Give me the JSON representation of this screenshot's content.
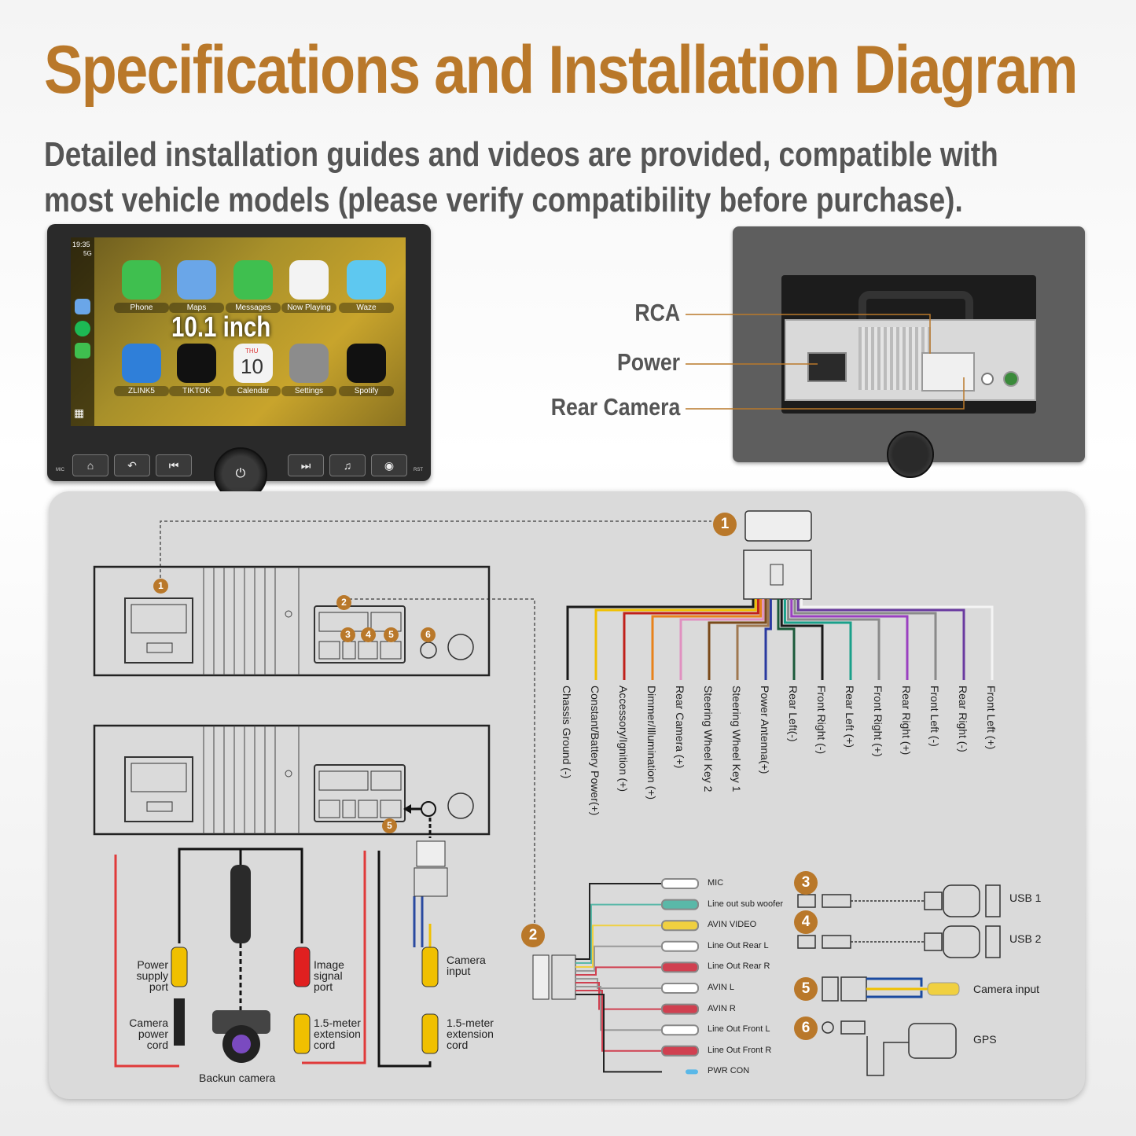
{
  "header": {
    "title": "Specifications and Installation Diagram",
    "subtitle_line1": "Detailed installation guides and videos are provided, compatible with",
    "subtitle_line2": "most vehicle models (please verify compatibility before purchase)."
  },
  "screen": {
    "time": "19:35",
    "signal": "5G",
    "size_label": "10.1 inch",
    "calendar_day": "THU",
    "calendar_date": "10",
    "apps": [
      {
        "label": "Phone",
        "icon": "phone-icon",
        "color": "#3fbf4f"
      },
      {
        "label": "Maps",
        "icon": "maps-icon",
        "color": "#6aa6e8"
      },
      {
        "label": "Messages",
        "icon": "messages-icon",
        "color": "#3fbf4f"
      },
      {
        "label": "Now Playing",
        "icon": "now-playing-icon",
        "color": "#f3f3f3"
      },
      {
        "label": "Waze",
        "icon": "waze-icon",
        "color": "#5ec8f0"
      },
      {
        "label": "ZLINK5",
        "icon": "zlink-icon",
        "color": "#2f7fd9"
      },
      {
        "label": "TIKTOK",
        "icon": "tiktok-icon",
        "color": "#111111"
      },
      {
        "label": "Calendar",
        "icon": "calendar-icon",
        "color": "#f3f3f3"
      },
      {
        "label": "Settings",
        "icon": "settings-icon",
        "color": "#8c8c8c"
      },
      {
        "label": "Spotify",
        "icon": "spotify-icon",
        "color": "#111111"
      }
    ],
    "bezel_left": "MIC",
    "bezel_right": "RST",
    "buttons": [
      "⌂",
      "↶",
      "⏮",
      "⏭",
      "♫",
      "◉"
    ],
    "power": "⏻"
  },
  "rear_callouts": [
    "RCA",
    "Power",
    "Rear Camera"
  ],
  "wires": [
    "Chassis Ground (-)",
    "Constant/Battery Power(+)",
    "Accessory/Ignition (+)",
    "Dimmer/Illumination (+)",
    "Rear Camera (+)",
    "Steering Wheel Key 2",
    "Steering Wheel Key 1",
    "Power Antenna(+)",
    "Rear Left(-)",
    "Front Right (-)",
    "Rear Left (+)",
    "Front Right (+)",
    "Rear Right (+)",
    "Front Left (-)",
    "Rear Right (-)",
    "Front Left (+)"
  ],
  "wire_colors": [
    "#1a1a1a",
    "#f0c000",
    "#c0201a",
    "#e8821a",
    "#e090c0",
    "#7a4a1a",
    "#a07850",
    "#2a3aa0",
    "#1a5a3a",
    "#1a1a1a",
    "#1aa08a",
    "#8a8a8a",
    "#9a40c0",
    "#8a8a8a",
    "#6a3aa0",
    "#f4f4f4"
  ],
  "rca": [
    "MIC",
    "Line out sub woofer",
    "AVIN VIDEO",
    "Line Out Rear L",
    "Line Out Rear R",
    "AVIN L",
    "AVIN R",
    "Line Out Front L",
    "Line Out Front R",
    "PWR CON"
  ],
  "rca_colors": [
    "#ffffff",
    "#5ab8a8",
    "#f0d040",
    "#ffffff",
    "#d04050",
    "#ffffff",
    "#d04050",
    "#ffffff",
    "#d04050",
    "#5ab8e8"
  ],
  "right_items": [
    "USB 1",
    "USB 2",
    "Camera input",
    "GPS"
  ],
  "badges": [
    "1",
    "2",
    "3",
    "4",
    "5",
    "6"
  ],
  "camera": {
    "power_port": [
      "Power",
      "supply",
      "port"
    ],
    "camera_cord": [
      "Camera",
      "power",
      "cord"
    ],
    "image_port": [
      "Image",
      "signal",
      "port"
    ],
    "ext1": [
      "1.5-meter",
      "extension",
      "cord"
    ],
    "backup": "Backun camera",
    "camera_input": [
      "Camera",
      "input"
    ],
    "ext2": [
      "1.5-meter",
      "extension",
      "cord"
    ]
  }
}
